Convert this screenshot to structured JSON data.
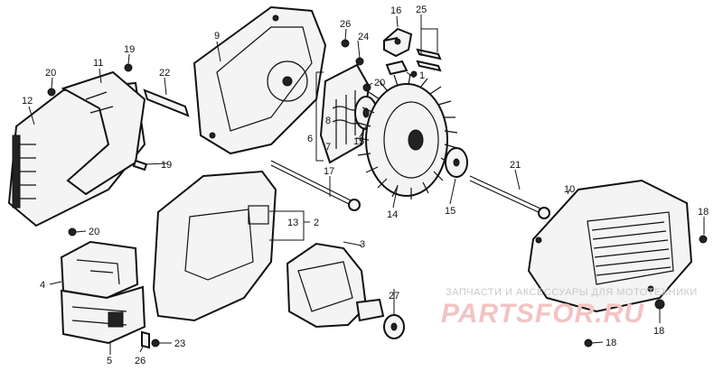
{
  "callouts": {
    "c1": "1",
    "c2": "2",
    "c3": "3",
    "c4": "4",
    "c5": "5",
    "c6": "6",
    "c7": "7",
    "c8": "8",
    "c9": "9",
    "c10": "10",
    "c11": "11",
    "c12": "12",
    "c13": "13",
    "c14": "14",
    "c15a": "15",
    "c15b": "15",
    "c16": "16",
    "c17": "17",
    "c18a": "18",
    "c18b": "18",
    "c18c": "18",
    "c19a": "19",
    "c19b": "19",
    "c20a": "20",
    "c20b": "20",
    "c20c": "20",
    "c21": "21",
    "c22": "22",
    "c23": "23",
    "c24": "24",
    "c25": "25",
    "c26a": "26",
    "c26b": "26",
    "c27": "27"
  },
  "watermark": {
    "caption": "ЗАПЧАСТИ И АКСЕССУАРЫ ДЛЯ МОТОТЕХНИКИ",
    "brand": "PARTSFOR.RU"
  }
}
